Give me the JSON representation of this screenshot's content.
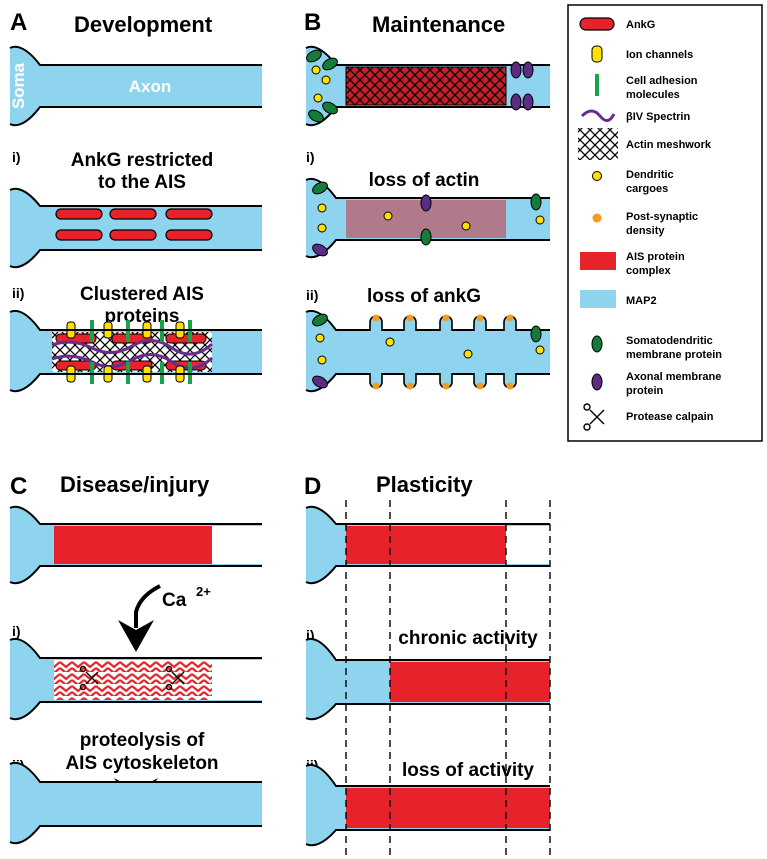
{
  "colors": {
    "map2": "#8fd4ef",
    "ankg": "#e8222a",
    "actin_loss": "#b07a8a",
    "ion_channel": "#ffe000",
    "adhesion": "#18a34a",
    "beta4_spectrin": "#6a2b8e",
    "somatodendritic": "#157a3a",
    "axonal": "#5b2c83",
    "psd": "#f59a1c",
    "stroke": "#000000"
  },
  "panels": {
    "A": {
      "letter": "A",
      "title": "Development",
      "soma_label": "Soma",
      "axon_label": "Axon",
      "i": {
        "roman": "i)",
        "title_lines": [
          "AnkG restricted",
          "to the AIS"
        ]
      },
      "ii": {
        "roman": "ii)",
        "title_lines": [
          "Clustered AIS",
          "proteins"
        ]
      }
    },
    "B": {
      "letter": "B",
      "title": "Maintenance",
      "i": {
        "roman": "i)",
        "title": "loss of actin"
      },
      "ii": {
        "roman": "ii)",
        "title": "loss of ankG"
      }
    },
    "C": {
      "letter": "C",
      "title": "Disease/injury",
      "ion": "Ca",
      "ion_charge": "2+",
      "i": {
        "roman": "i)"
      },
      "ii": {
        "roman": "ii)",
        "title_lines": [
          "proteolysis of",
          "AIS cytoskeleton"
        ]
      }
    },
    "D": {
      "letter": "D",
      "title": "Plasticity",
      "i": {
        "roman": "i)",
        "title": "chronic activity"
      },
      "ii": {
        "roman": "ii)",
        "title": "loss of activity"
      }
    }
  },
  "legend": {
    "items": [
      {
        "icon": "ankg-icon",
        "lines": [
          "AnkG"
        ]
      },
      {
        "icon": "ion-channel-icon",
        "lines": [
          "Ion channels"
        ]
      },
      {
        "icon": "cell-adhesion-icon",
        "lines": [
          "Cell adhesion",
          "molecules"
        ]
      },
      {
        "icon": "beta-iv-spectrin-icon",
        "lines": [
          "βIV Spectrin"
        ]
      },
      {
        "icon": "actin-meshwork-icon",
        "lines": [
          "Actin meshwork"
        ]
      },
      {
        "icon": "dendritic-cargo-icon",
        "lines": [
          "Dendritic",
          "cargoes"
        ]
      },
      {
        "icon": "post-synaptic-density-icon",
        "lines": [
          "Post-synaptic",
          "density"
        ]
      },
      {
        "icon": "ais-protein-complex-icon",
        "lines": [
          "AIS protein",
          "complex"
        ]
      },
      {
        "icon": "map2-icon",
        "lines": [
          "MAP2"
        ]
      },
      {
        "icon": "somatodendritic-protein-icon",
        "lines": [
          "Somatodendritic",
          "membrane protein"
        ]
      },
      {
        "icon": "axonal-protein-icon",
        "lines": [
          "Axonal membrane",
          "protein"
        ]
      },
      {
        "icon": "protease-calpain-icon",
        "lines": [
          "Protease calpain"
        ]
      }
    ]
  }
}
